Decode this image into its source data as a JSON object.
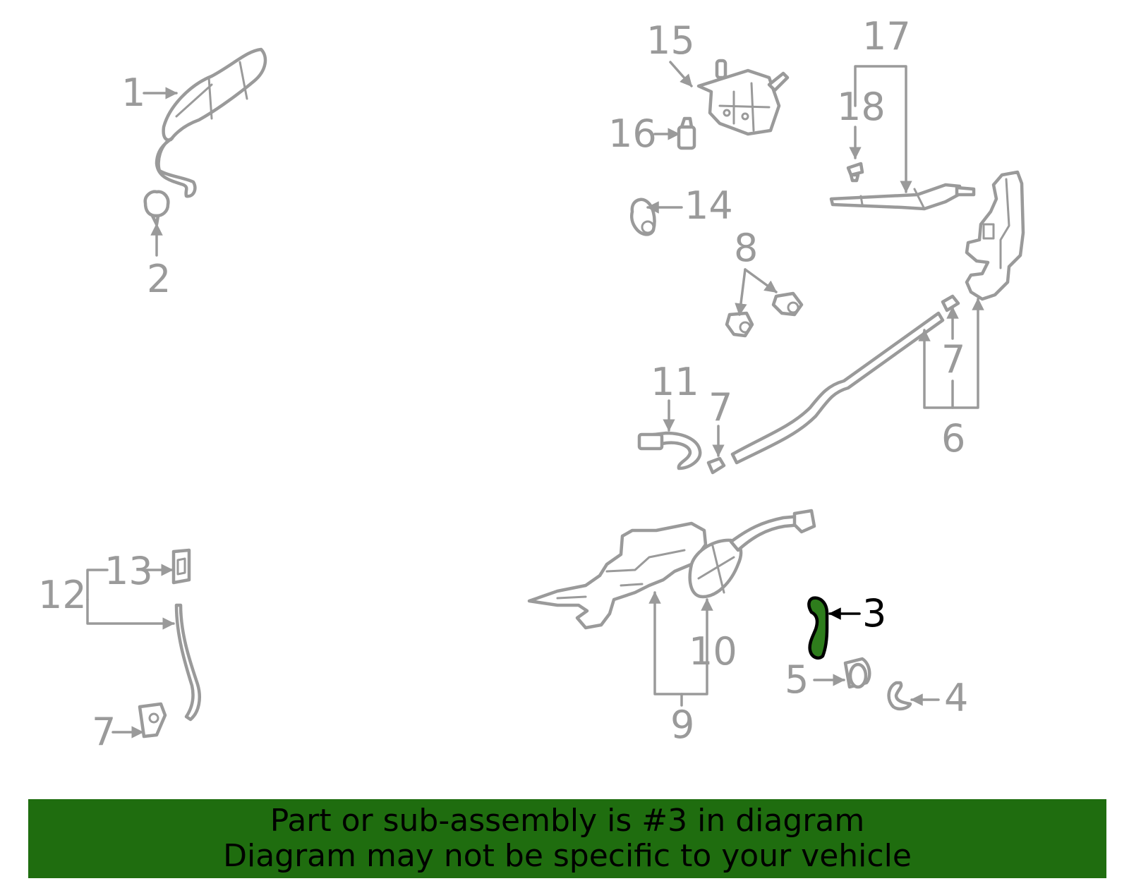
{
  "callouts": {
    "c1": "1",
    "c2": "2",
    "c3": "3",
    "c4": "4",
    "c5": "5",
    "c6": "6",
    "c7a": "7",
    "c7b": "7",
    "c7c": "7",
    "c8": "8",
    "c9": "9",
    "c10": "10",
    "c11": "11",
    "c12": "12",
    "c13": "13",
    "c14": "14",
    "c15": "15",
    "c16": "16",
    "c17": "17",
    "c18": "18"
  },
  "banner": {
    "line1": "Part or sub-assembly is #3 in diagram",
    "line2": "Diagram may not be specific to your vehicle"
  },
  "colors": {
    "part_stroke": "#9a9a9a",
    "highlight_fill": "#2e7d1c",
    "banner_bg": "#1f6d0f",
    "banner_text": "#000000"
  }
}
